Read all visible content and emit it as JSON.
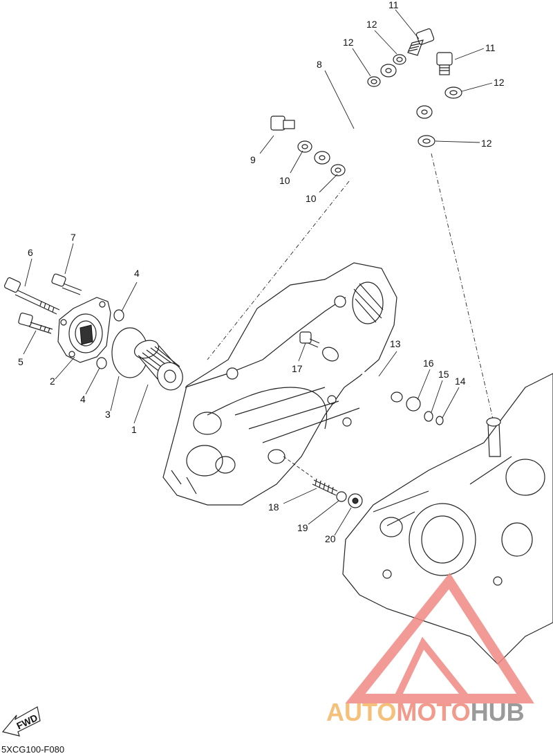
{
  "callouts": [
    {
      "n": "1"
    },
    {
      "n": "2"
    },
    {
      "n": "3"
    },
    {
      "n": "4"
    },
    {
      "n": "4"
    },
    {
      "n": "5"
    },
    {
      "n": "6"
    },
    {
      "n": "7"
    },
    {
      "n": "8"
    },
    {
      "n": "9"
    },
    {
      "n": "10"
    },
    {
      "n": "10"
    },
    {
      "n": "11"
    },
    {
      "n": "11"
    },
    {
      "n": "12"
    },
    {
      "n": "12"
    },
    {
      "n": "12"
    },
    {
      "n": "12"
    },
    {
      "n": "13"
    },
    {
      "n": "14"
    },
    {
      "n": "15"
    },
    {
      "n": "16"
    },
    {
      "n": "17"
    },
    {
      "n": "18"
    },
    {
      "n": "19"
    },
    {
      "n": "20"
    }
  ],
  "fwd_label": "FWD",
  "diagram_code": "5XCG100-F080",
  "watermark": {
    "part1": "AUTO",
    "part2": "MOTO",
    "part3": "HUB",
    "colors": {
      "part1": "#f5c07a",
      "part2": "#f29a8c",
      "part3": "#9a9a9a",
      "logo": "#f08a84"
    }
  }
}
